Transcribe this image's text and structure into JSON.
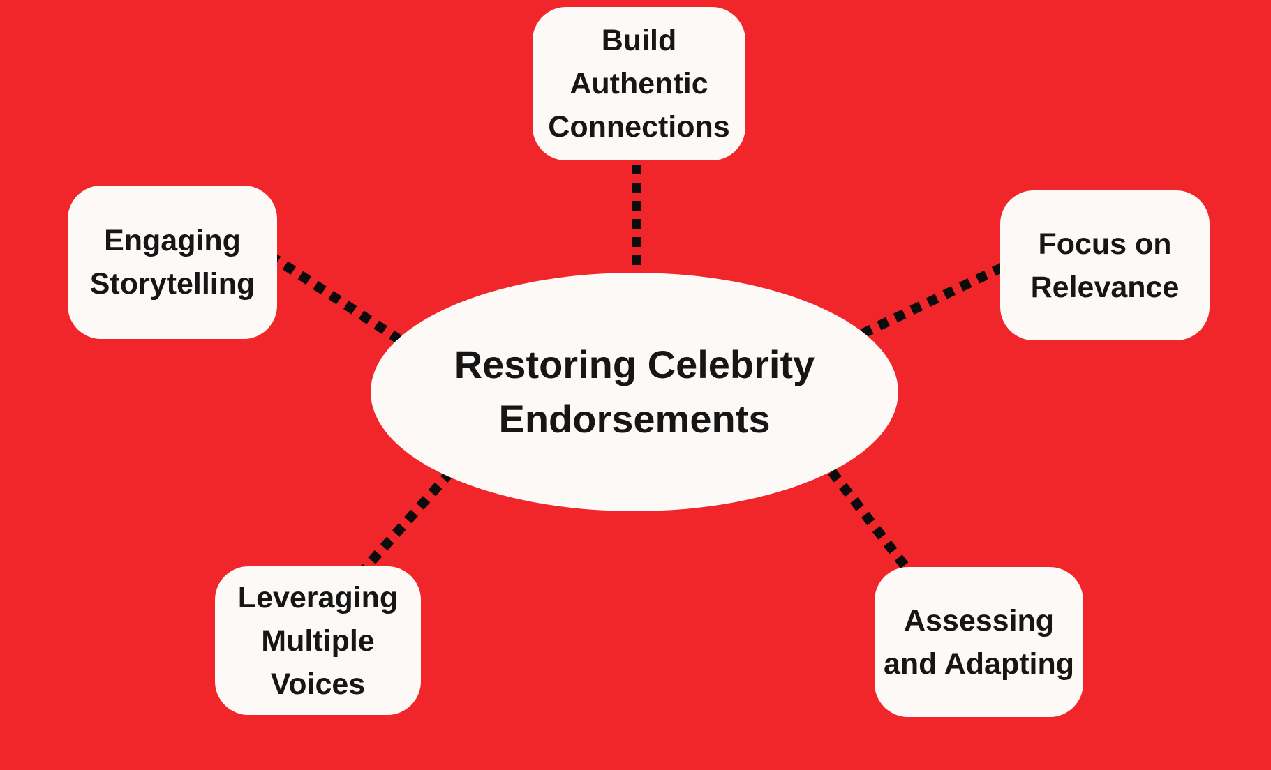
{
  "title": "Restoring Celebrity Endorsements",
  "colors": {
    "background": "#F1262A",
    "node_fill": "#FCF9F7",
    "text": "#161616",
    "connector": "#0C0C0C"
  },
  "center_topic": {
    "label": "Restoring Celebrity Endorsements",
    "lines": [
      "Restoring Celebrity",
      "Endorsements"
    ]
  },
  "branches": [
    {
      "id": "build-authentic-connections",
      "label": "Build Authentic Connections",
      "lines": [
        "Build",
        "Authentic",
        "Connections"
      ],
      "position": "top"
    },
    {
      "id": "engaging-storytelling",
      "label": "Engaging Storytelling",
      "lines": [
        "Engaging",
        "Storytelling"
      ],
      "position": "upper-left"
    },
    {
      "id": "focus-on-relevance",
      "label": "Focus on Relevance",
      "lines": [
        "Focus on",
        "Relevance"
      ],
      "position": "upper-right"
    },
    {
      "id": "leveraging-multiple-voices",
      "label": "Leveraging Multiple Voices",
      "lines": [
        "Leveraging",
        "Multiple",
        "Voices"
      ],
      "position": "lower-left"
    },
    {
      "id": "assessing-and-adapting",
      "label": "Assessing and Adapting",
      "lines": [
        "Assessing",
        "and Adapting"
      ],
      "position": "lower-right"
    }
  ]
}
